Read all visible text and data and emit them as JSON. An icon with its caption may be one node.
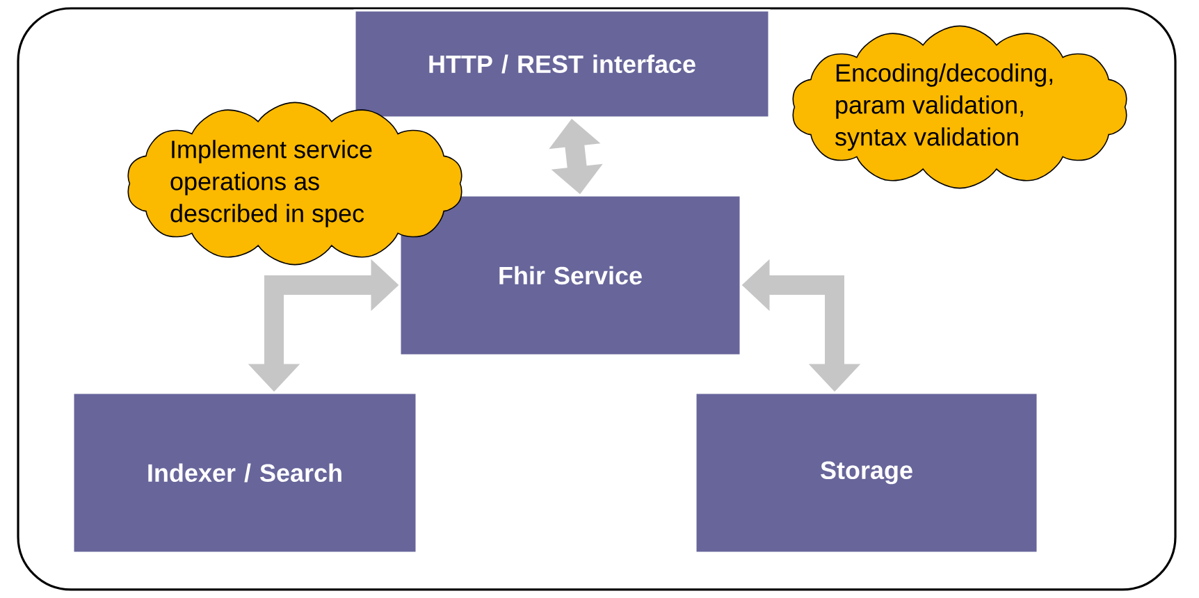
{
  "diagram": {
    "nodes": [
      {
        "text": [
          "HTTP / REST interface"
        ]
      },
      {
        "text": [
          "Fhir Service"
        ]
      },
      {
        "text": [
          "Indexer / Search"
        ]
      },
      {
        "text": [
          "Storage"
        ]
      },
      {
        "text": [
          "Encoding/decoding, param validation, syntax validation"
        ]
      },
      {
        "text": [
          "Implement service operations as described in spec"
        ]
      }
    ],
    "edges": [
      {
        "from": 0,
        "to": 1,
        "arrow": "both"
      },
      {
        "from": 1,
        "to": 2,
        "arrow": "both"
      },
      {
        "from": 1,
        "to": 3,
        "arrow": "both"
      }
    ]
  }
}
